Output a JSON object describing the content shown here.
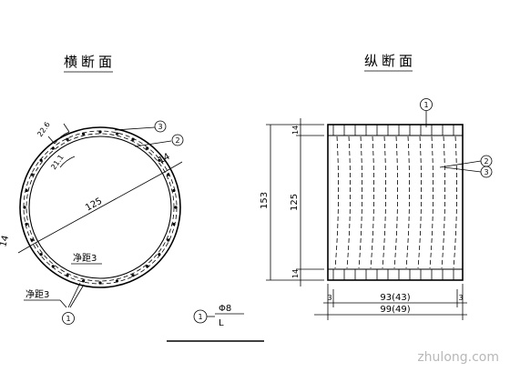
{
  "cross_section": {
    "title": "横断面",
    "dim_outer_arc": "22.6",
    "dim_inner_arc": "21.1",
    "dim_diameter": "125",
    "dim_wall_right": "14",
    "dim_wall_left": "14",
    "clear_inner": "净距3",
    "clear_outer": "净距3",
    "callouts": [
      "3",
      "2",
      "1"
    ]
  },
  "long_section": {
    "title": "纵断面",
    "dim_total_height": "153",
    "dim_top": "14",
    "dim_middle": "125",
    "dim_bottom": "14",
    "dim_end_left": "3",
    "dim_end_right": "3",
    "dim_inner_length": "93(43)",
    "dim_total_length": "99(49)",
    "callouts": [
      "1",
      "2",
      "3"
    ]
  },
  "rebar_detail": {
    "mark": "1",
    "size": "Φ8",
    "length": "L"
  },
  "watermark": "zhulong.com"
}
